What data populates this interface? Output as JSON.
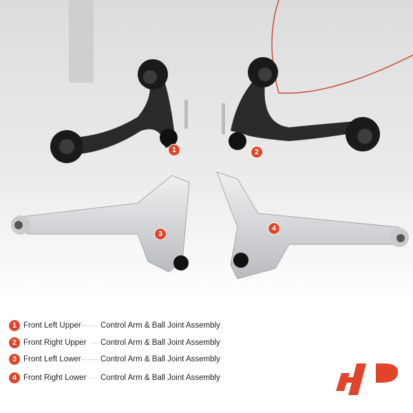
{
  "legend": [
    {
      "number": "1",
      "position": "Front Left Upper",
      "description": "Control Arm & Ball Joint Assembly"
    },
    {
      "number": "2",
      "position": "Front Right Upper",
      "description": "Control Arm & Ball Joint Assembly"
    },
    {
      "number": "3",
      "position": "Front Left Lower",
      "description": "Control Arm & Ball Joint Assembly"
    },
    {
      "number": "4",
      "position": "Front Right Lower",
      "description": "Control Arm & Ball Joint Assembly"
    }
  ],
  "colors": {
    "accent": "#e0452a",
    "upper_arm": "#2a2a2a",
    "lower_arm": "#d6d8da"
  },
  "logo": "A-Premium logo"
}
